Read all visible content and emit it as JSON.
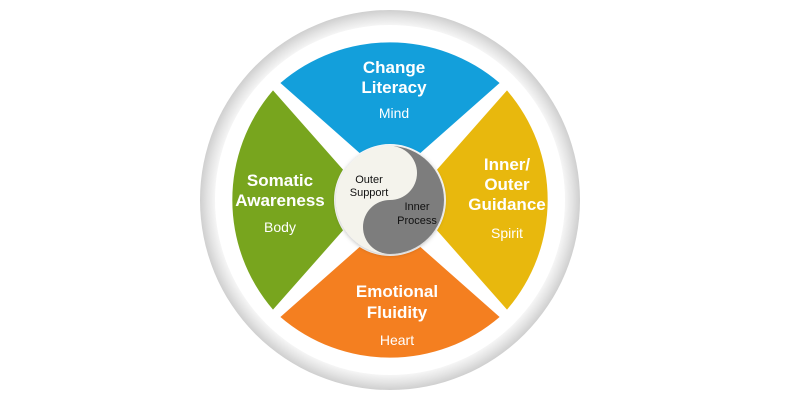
{
  "segments": {
    "top": {
      "title_line1": "Change",
      "title_line2": "Literacy",
      "subtitle": "Mind",
      "color": "#139fdb"
    },
    "right": {
      "title_line1": "Inner/",
      "title_line2": "Outer",
      "title_line3": "Guidance",
      "subtitle": "Spirit",
      "color": "#e8b80d"
    },
    "bottom": {
      "title_line1": "Emotional",
      "title_line2": "Fluidity",
      "subtitle": "Heart",
      "color": "#f47f20"
    },
    "left": {
      "title_line1": "Somatic",
      "title_line2": "Awareness",
      "subtitle": "Body",
      "color": "#78a51e"
    }
  },
  "center": {
    "outer_line1": "Outer",
    "outer_line2": "Support",
    "inner_line1": "Inner",
    "inner_line2": "Process",
    "light_color": "#f4f3ec",
    "dark_color": "#7d7d7d"
  }
}
